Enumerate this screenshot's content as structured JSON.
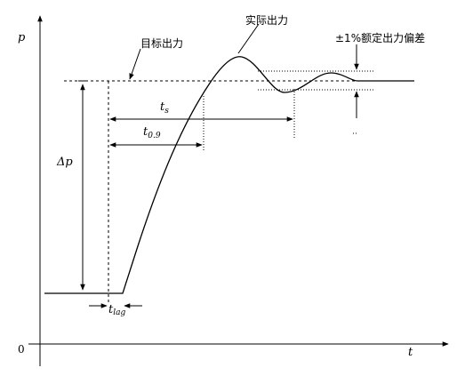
{
  "labels": {
    "y_axis": "p",
    "x_axis": "t",
    "origin": "0",
    "target_output": "目标出力",
    "actual_output": "实际出力",
    "tolerance": "±1%额定出力偏差",
    "delta_p_main": "Δp",
    "ts_main": "t",
    "ts_sub": "s",
    "t09_main": "t",
    "t09_sub": "0.9",
    "tdelay_main": "t",
    "tdelay_sub": "lag"
  },
  "colors": {
    "line": "#000000",
    "background": "#ffffff"
  }
}
